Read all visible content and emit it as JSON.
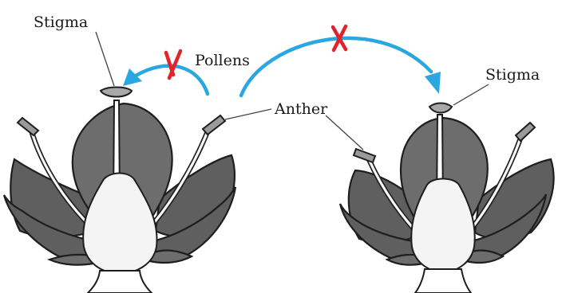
{
  "labels": {
    "stigma_left": "Stigma",
    "pollens": "Pollens",
    "anther": "Anther",
    "stigma_right": "Stigma"
  },
  "colors": {
    "arrow": "#2aa7e0",
    "cross": "#e0242e",
    "petal": "#5f5f5f"
  },
  "icons": {
    "arrow": "curved-arrow-icon",
    "cross": "red-cross-icon"
  }
}
